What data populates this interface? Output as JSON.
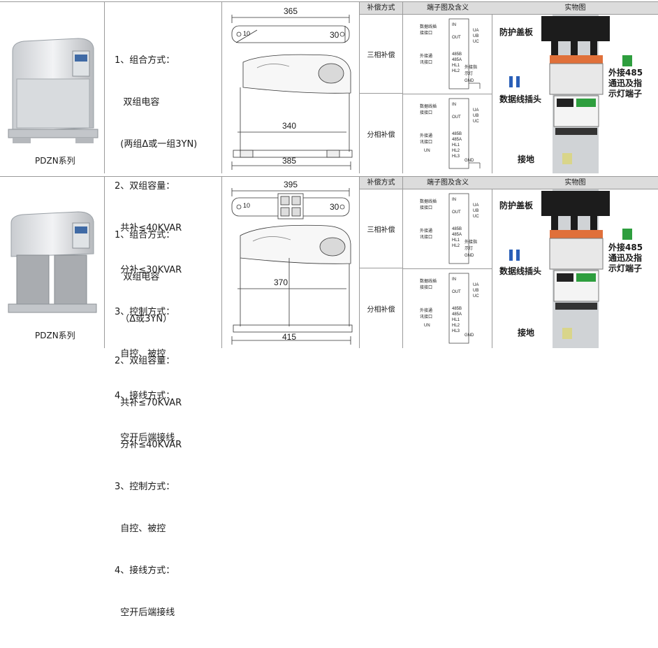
{
  "products": [
    {
      "series": "PDZN系列",
      "spec_lines": [
        "1、组合方式：",
        "   双组电容",
        "  (两组Δ或一组3YN)",
        "2、双组容量：",
        "  共补≤40KVAR",
        "  分补≤30KVAR",
        "3、控制方式：",
        "  自控、被控",
        "4、接线方式：",
        "  空开后端接线"
      ],
      "dims": {
        "width": "365",
        "side": "10",
        "height": "30",
        "inner": "340",
        "base": "385"
      },
      "terminal": {
        "col_mode": "补偿方式",
        "col_terminal": "端子图及含义",
        "modes": [
          "三相补偿",
          "分相补偿"
        ]
      },
      "real": {
        "title": "实物图",
        "cover": "防护盖板",
        "plug": "数据线插头",
        "ext": "外接485\n通迅及指\n示灯端子",
        "ground": "接地"
      }
    },
    {
      "series": "PDZN系列",
      "spec_lines": [
        "1、组合方式：",
        "   双组电容",
        "  （Δ或3YN）",
        "2、双组容量：",
        "  共补≤70KVAR",
        "  分补≤40KVAR",
        "3、控制方式：",
        "  自控、被控",
        "4、接线方式：",
        "  空开后端接线"
      ],
      "dims": {
        "width": "395",
        "side": "10",
        "height": "30",
        "inner": "370",
        "base": "415"
      },
      "terminal": {
        "col_mode": "补偿方式",
        "col_terminal": "端子图及含义",
        "modes": [
          "三相补偿",
          "分相补偿"
        ]
      },
      "real": {
        "title": "实物图",
        "cover": "防护盖板",
        "plug": "数据线插头",
        "ext": "外接485\n通迅及指\n示灯端子",
        "ground": "接地"
      }
    }
  ],
  "terminal_labels": {
    "in_label": "数据线插\n接接口",
    "in_pin": "IN",
    "out_pin": "OUT",
    "ext_label": "外接通\n讯接口",
    "pin_485b": "485B",
    "pin_485a": "485A",
    "pin_hl1": "HL1",
    "pin_hl2": "HL2",
    "pin_hl3": "HL3",
    "indicator": "外接指\n示灯",
    "phase_a": "UA",
    "phase_b": "UB",
    "phase_c": "UC",
    "neutral": "UN",
    "gnd": "GND"
  },
  "colors": {
    "header_bg": "#dcdcdc",
    "border": "#9a9a9a",
    "terminal_green": "#2e9e3e",
    "cap_orange": "#e0703a",
    "cover_black": "#1c1c1c"
  }
}
